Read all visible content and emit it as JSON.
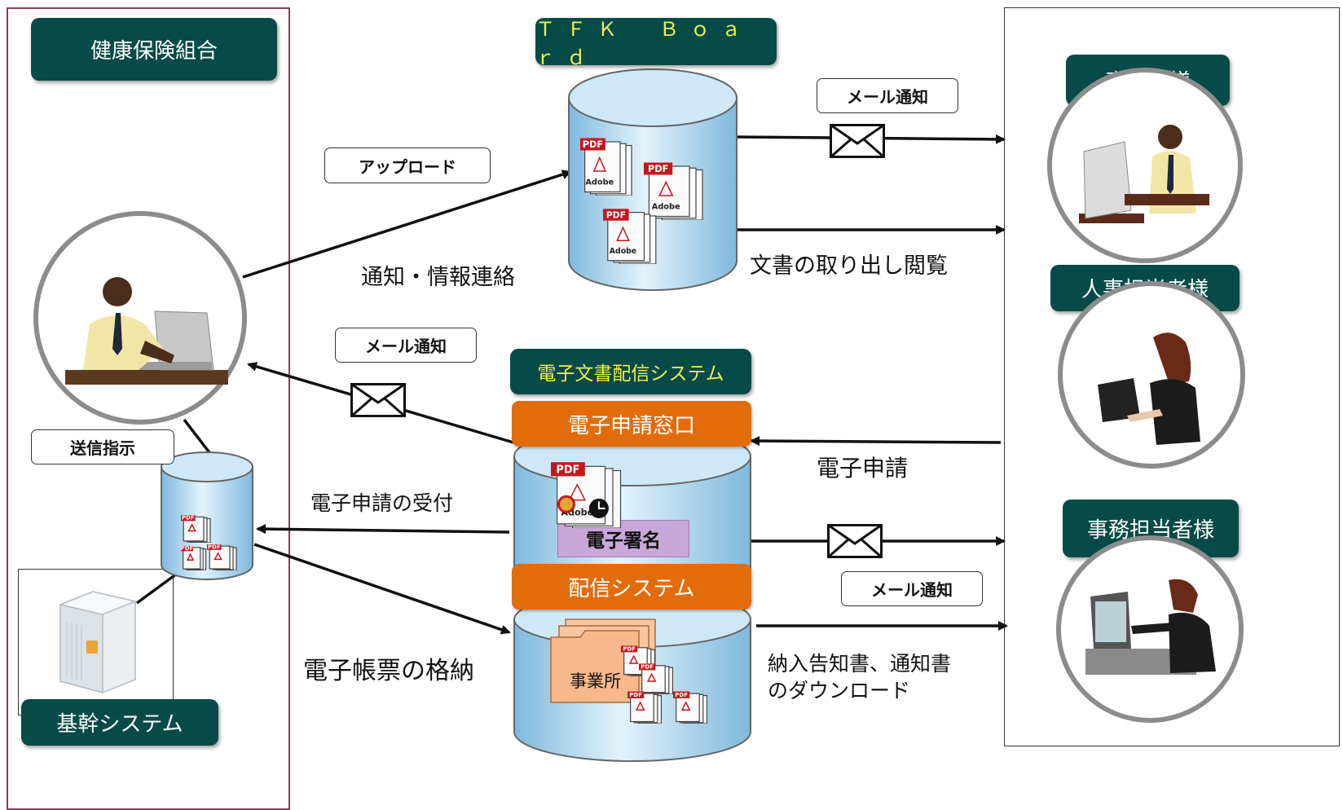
{
  "left_pane": {
    "title": "健康保険組合",
    "core_system": "基幹システム",
    "send_instruction": "送信指示"
  },
  "board": {
    "title": "ＴＦＫ　Ｂｏａｒｄ",
    "upload_label": "アップロード",
    "mail_label": "メール通知",
    "notify_text": "通知・情報連絡",
    "retrieve_text": "文書の取り出し閲覧"
  },
  "edoc": {
    "title": "電子文書配信システム",
    "window_label": "電子申請窓口",
    "signature_label": "電子署名",
    "delivery_label": "配信システム",
    "office_label": "事業所",
    "mail_label_left": "メール通知",
    "mail_label_right": "メール通知",
    "receipt_text": "電子申請の受付",
    "storage_text": "電子帳票の格納",
    "application_text": "電子申請",
    "download_text_1": "納入告知書、通知書",
    "download_text_2": "のダウンロード"
  },
  "right_pane": {
    "owner": "事業主様",
    "hr": "人事担当者様",
    "office_staff": "事務担当者様"
  },
  "icons": {
    "pdf_badge": "PDF",
    "adobe_text": "Adobe"
  },
  "colors": {
    "teal": "#074b48",
    "orange": "#e36c0a",
    "cylinder": "#bfe0f5",
    "left_border": "#8b3a5a",
    "signature": "#c9a7d9"
  }
}
